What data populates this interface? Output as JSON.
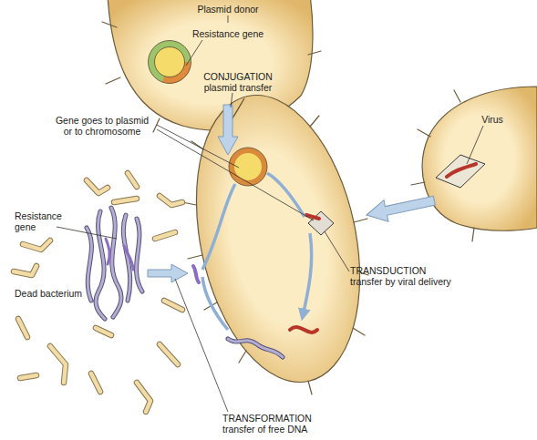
{
  "diagram": {
    "labels": [
      "Plasmid donor",
      "Resistance gene",
      "CONJUGATION",
      "plasmid transfer",
      "Virus",
      "Gene goes to plasmid or to chromosome",
      "Resistance gene",
      "Dead bacterium",
      "TRANSDUCTION",
      "transfer by viral delivery",
      "TRANSFORMATION",
      "transfer of free DNA"
    ]
  }
}
